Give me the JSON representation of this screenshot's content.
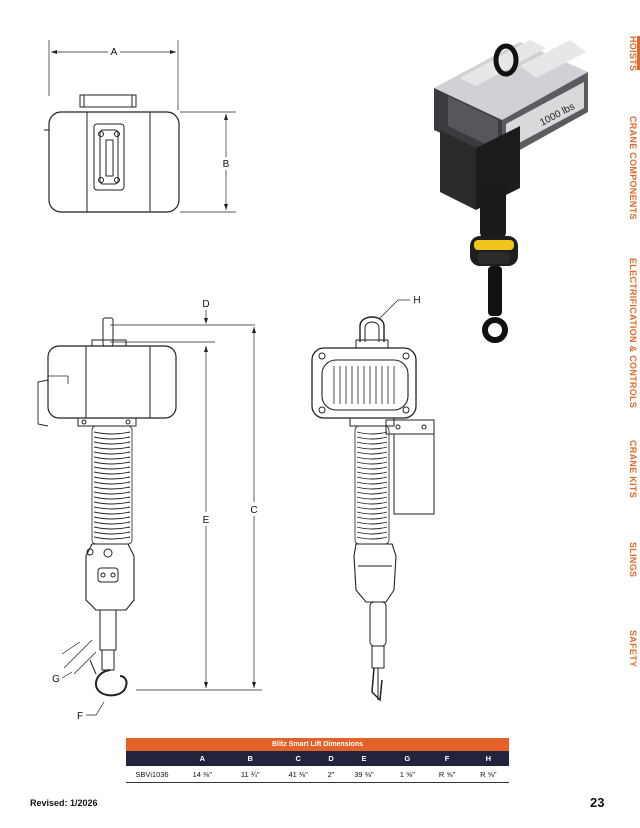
{
  "nav": {
    "items": [
      {
        "label": "HOISTS"
      },
      {
        "label": "CRANE COMPONENTS"
      },
      {
        "label": "ELECTRIFICATION & CONTROLS"
      },
      {
        "label": "CRANE KITS"
      },
      {
        "label": "SLINGS"
      },
      {
        "label": "SAFETY"
      }
    ]
  },
  "drawing": {
    "labels": {
      "A": "A",
      "B": "B",
      "C": "C",
      "D": "D",
      "E": "E",
      "F": "F",
      "G": "G",
      "H": "H"
    },
    "product_badge": "1000 lbs"
  },
  "table": {
    "title": "Blitz Smart Lift Dimensions",
    "columns": [
      "",
      "A",
      "B",
      "C",
      "D",
      "E",
      "G",
      "F",
      "H"
    ],
    "rows": [
      [
        "SBVi1036",
        "14 ⅜\"",
        "11 ¾\"",
        "41 ⅜\"",
        "2\"",
        "39 ⅜\"",
        "1 ⅝\"",
        "R ⅝\"",
        "R ⅝\""
      ]
    ]
  },
  "footer": {
    "revised": "Revised: 1/2026",
    "page_number": "23"
  }
}
